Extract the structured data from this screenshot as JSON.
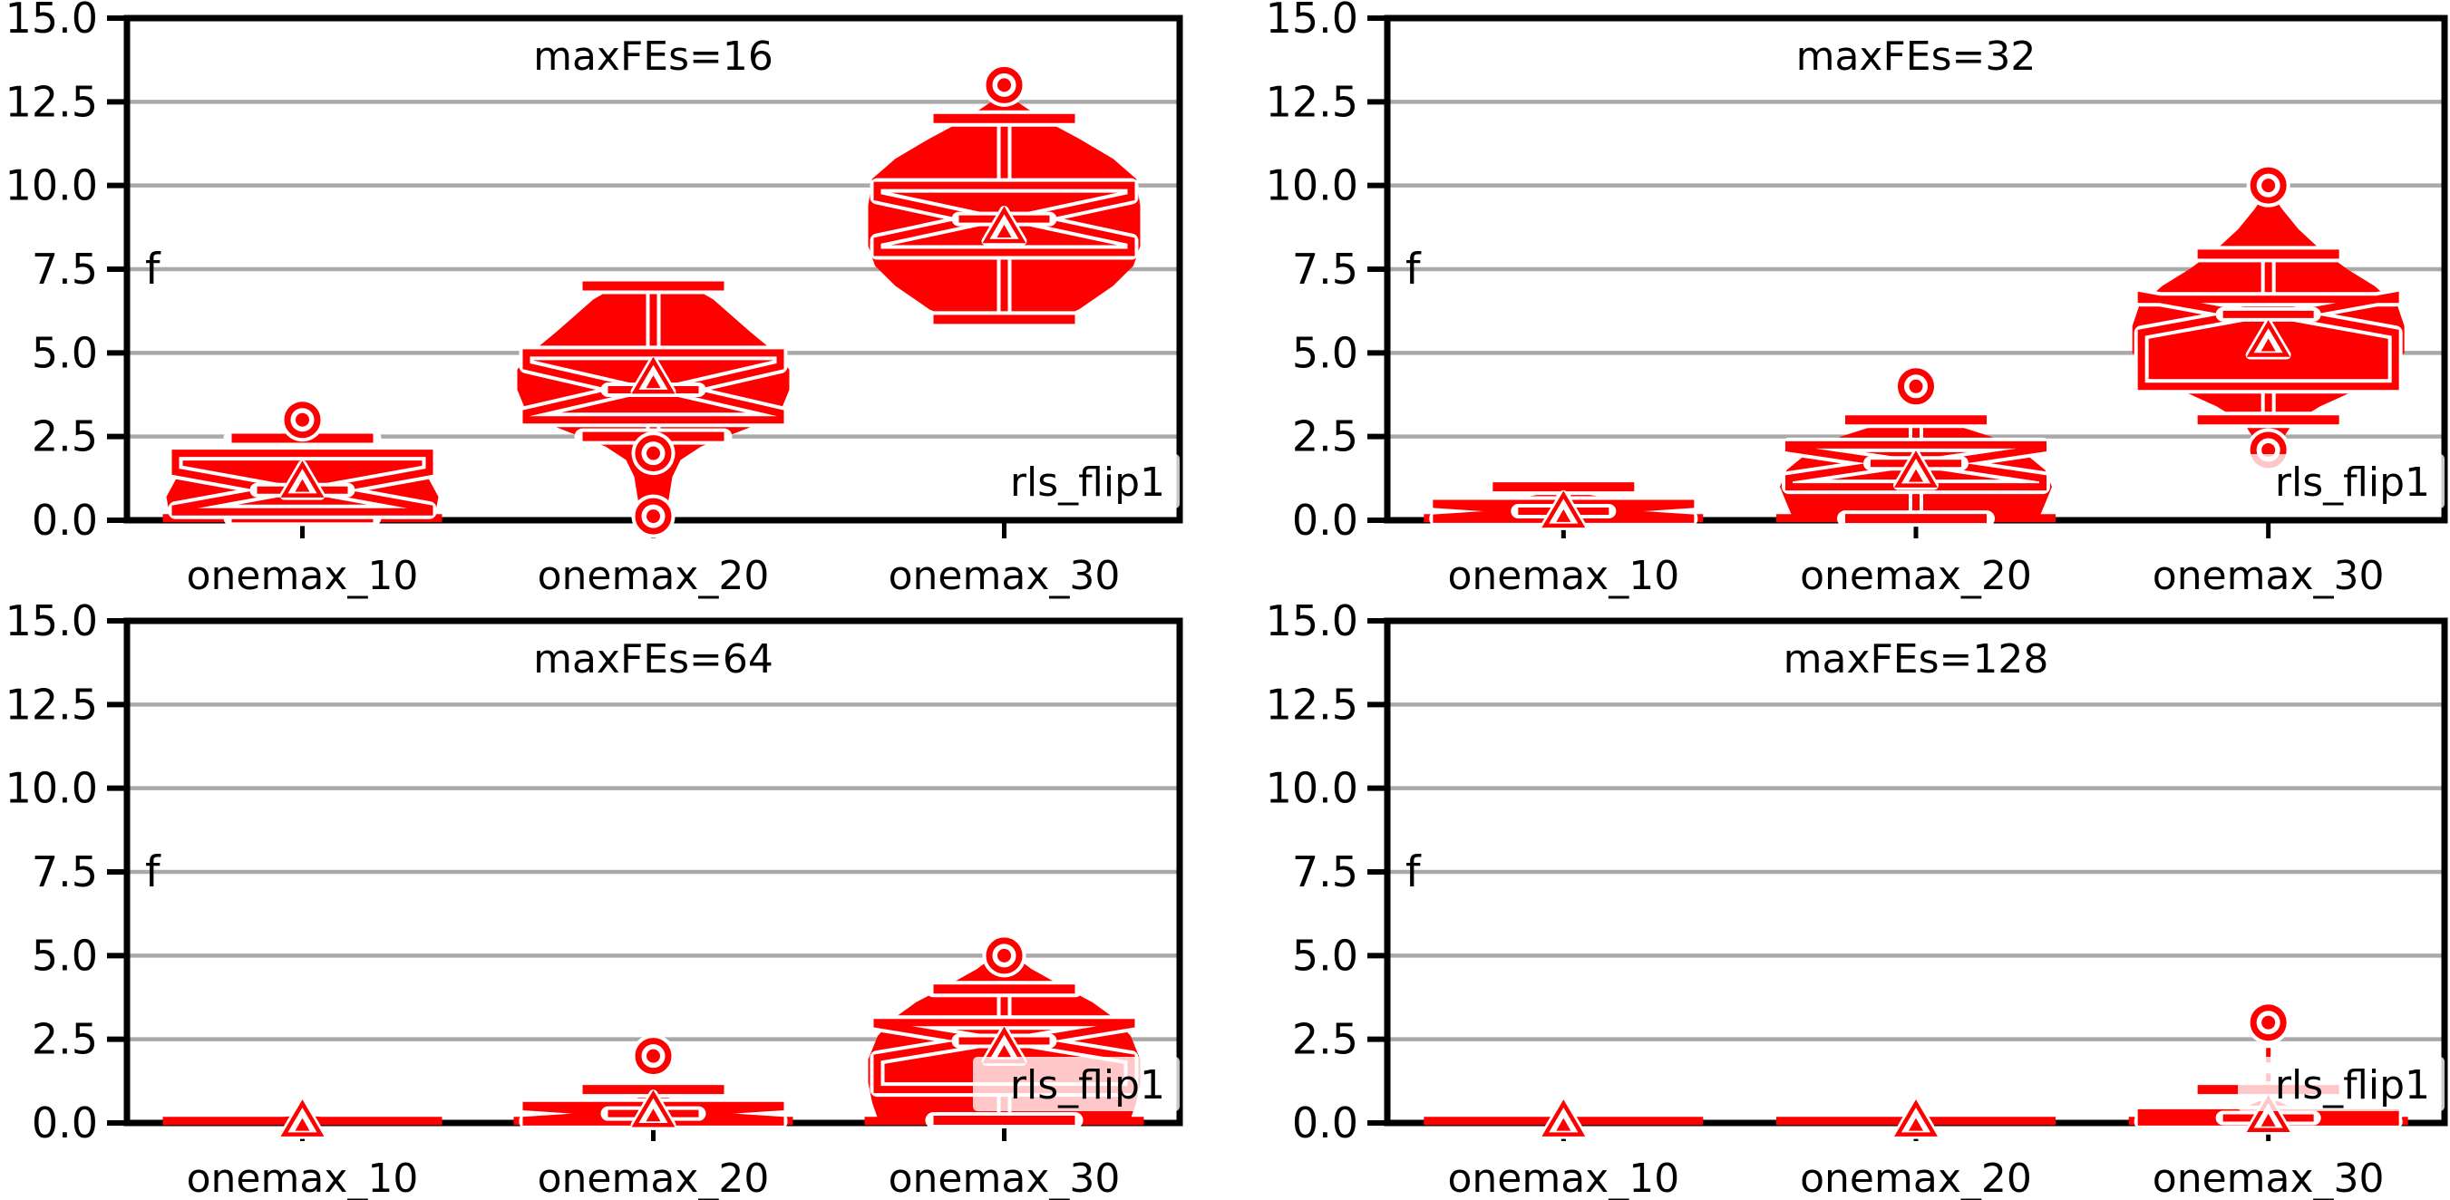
{
  "figure": {
    "ylabel": "f",
    "algorithm_label": "rls_flip1",
    "accent_color": "#ff0000",
    "grid_color": "#a9a9a9",
    "spine_color": "#000000"
  },
  "chart_data": {
    "type": "violin-box-grid",
    "ylim": [
      0,
      15
    ],
    "yticks": [
      0.0,
      2.5,
      5.0,
      7.5,
      10.0,
      12.5,
      15.0
    ],
    "grid": true,
    "ylabel": "f",
    "algorithm_label": "rls_flip1",
    "categories": [
      "onemax_10",
      "onemax_20",
      "onemax_30"
    ],
    "panels": [
      {
        "title": "maxFEs=16",
        "row": 0,
        "col": 0,
        "violins": [
          {
            "category": "onemax_10",
            "flat": true,
            "profile": [
              [
                0.02,
                0.97
              ],
              [
                0.7,
                1.0
              ],
              [
                1.3,
                0.92
              ],
              [
                1.7,
                0.75
              ],
              [
                2.0,
                0.5
              ],
              [
                2.3,
                0.3
              ],
              [
                2.55,
                0.12
              ],
              [
                2.7,
                0.05
              ]
            ],
            "box": {
              "q1": 0.25,
              "q3": 2.0,
              "median": 0.9,
              "notch": 0.55
            },
            "mean": 1.2,
            "cap_hi": 2.45,
            "cap_lo": 0.07,
            "outliers": [
              3.0
            ]
          },
          {
            "category": "onemax_20",
            "flat": false,
            "profile": [
              [
                0.3,
                0.1
              ],
              [
                0.8,
                0.12
              ],
              [
                1.3,
                0.14
              ],
              [
                1.8,
                0.2
              ],
              [
                2.2,
                0.35
              ],
              [
                2.6,
                0.6
              ],
              [
                3.0,
                0.85
              ],
              [
                3.4,
                0.95
              ],
              [
                3.9,
                1.0
              ],
              [
                4.5,
                1.0
              ],
              [
                5.0,
                0.9
              ],
              [
                5.6,
                0.72
              ],
              [
                6.1,
                0.58
              ],
              [
                6.6,
                0.44
              ],
              [
                6.92,
                0.3
              ]
            ],
            "box": {
              "q1": 3.0,
              "q3": 5.0,
              "median": 3.9,
              "notch": 0.7
            },
            "mean": 4.3,
            "cap_hi": 7.0,
            "cap_lo": 2.5,
            "outliers": [
              2.0,
              0.12
            ]
          },
          {
            "category": "onemax_30",
            "flat": false,
            "profile": [
              [
                5.9,
                0.32
              ],
              [
                6.3,
                0.55
              ],
              [
                7.0,
                0.8
              ],
              [
                7.6,
                0.95
              ],
              [
                8.2,
                1.0
              ],
              [
                9.4,
                1.0
              ],
              [
                10.2,
                0.97
              ],
              [
                10.8,
                0.8
              ],
              [
                11.4,
                0.55
              ],
              [
                11.9,
                0.32
              ],
              [
                12.35,
                0.15
              ],
              [
                12.6,
                0.06
              ]
            ],
            "box": {
              "q1": 8.0,
              "q3": 10.0,
              "median": 9.0,
              "notch": 0.65
            },
            "mean": 8.8,
            "cap_hi": 12.0,
            "cap_lo": 6.0,
            "outliers": [
              13.0
            ]
          }
        ]
      },
      {
        "title": "maxFEs=32",
        "row": 0,
        "col": 1,
        "violins": [
          {
            "category": "onemax_10",
            "flat": true,
            "profile": [
              [
                0.02,
                1.0
              ],
              [
                0.25,
                0.9
              ],
              [
                0.5,
                0.55
              ],
              [
                0.75,
                0.2
              ],
              [
                0.95,
                0.07
              ]
            ],
            "box": {
              "q1": 0.03,
              "q3": 0.5,
              "median": 0.27,
              "notch": 0.2
            },
            "mean": 0.3,
            "cap_hi": 1.0,
            "cap_lo": 0.03,
            "outliers": []
          },
          {
            "category": "onemax_20",
            "flat": true,
            "profile": [
              [
                0.02,
                0.9
              ],
              [
                0.5,
                0.95
              ],
              [
                1.0,
                1.0
              ],
              [
                1.5,
                0.95
              ],
              [
                2.0,
                0.8
              ],
              [
                2.5,
                0.55
              ],
              [
                2.8,
                0.32
              ],
              [
                3.05,
                0.12
              ]
            ],
            "box": {
              "q1": 1.0,
              "q3": 2.25,
              "median": 1.7,
              "notch": 0.45
            },
            "mean": 1.5,
            "cap_hi": 3.0,
            "cap_lo": 0.05,
            "outliers": [
              4.0
            ]
          },
          {
            "category": "onemax_30",
            "flat": false,
            "profile": [
              [
                1.95,
                0.06
              ],
              [
                2.4,
                0.1
              ],
              [
                2.9,
                0.18
              ],
              [
                3.4,
                0.38
              ],
              [
                3.9,
                0.65
              ],
              [
                4.5,
                0.88
              ],
              [
                5.0,
                1.0
              ],
              [
                5.8,
                1.0
              ],
              [
                6.4,
                0.95
              ],
              [
                7.0,
                0.78
              ],
              [
                7.5,
                0.58
              ],
              [
                8.1,
                0.38
              ],
              [
                8.7,
                0.22
              ],
              [
                9.3,
                0.1
              ],
              [
                9.6,
                0.05
              ]
            ],
            "box": {
              "q1": 4.0,
              "q3": 6.6,
              "median": 6.15,
              "notch": 0.55
            },
            "mean": 5.4,
            "cap_hi": 7.95,
            "cap_lo": 3.0,
            "outliers": [
              10.0,
              2.1
            ]
          }
        ]
      },
      {
        "title": "maxFEs=64",
        "row": 1,
        "col": 0,
        "violins": [
          {
            "category": "onemax_10",
            "flat": true,
            "profile": [
              [
                0.02,
                1.0
              ],
              [
                0.1,
                0.3
              ],
              [
                0.22,
                0.05
              ]
            ],
            "box": null,
            "mean": 0.12,
            "cap_hi": null,
            "cap_lo": null,
            "outliers": []
          },
          {
            "category": "onemax_20",
            "flat": true,
            "profile": [
              [
                0.02,
                1.0
              ],
              [
                0.3,
                0.7
              ],
              [
                0.6,
                0.18
              ],
              [
                0.9,
                0.05
              ]
            ],
            "box": {
              "q1": 0.03,
              "q3": 0.52,
              "median": 0.28,
              "notch": 0.2
            },
            "mean": 0.4,
            "cap_hi": 1.0,
            "cap_lo": 0.03,
            "outliers": [
              2.0
            ]
          },
          {
            "category": "onemax_30",
            "flat": true,
            "profile": [
              [
                0.02,
                0.92
              ],
              [
                0.6,
                0.97
              ],
              [
                1.2,
                1.0
              ],
              [
                1.9,
                1.0
              ],
              [
                2.6,
                0.93
              ],
              [
                3.1,
                0.82
              ],
              [
                3.6,
                0.65
              ],
              [
                4.1,
                0.42
              ],
              [
                4.6,
                0.2
              ],
              [
                5.0,
                0.07
              ]
            ],
            "box": {
              "q1": 1.0,
              "q3": 3.0,
              "median": 2.45,
              "notch": 0.5
            },
            "mean": 2.3,
            "cap_hi": 4.0,
            "cap_lo": 0.08,
            "outliers": [
              5.0
            ]
          }
        ]
      },
      {
        "title": "maxFEs=128",
        "row": 1,
        "col": 1,
        "violins": [
          {
            "category": "onemax_10",
            "flat": true,
            "profile": [
              [
                0.02,
                1.0
              ],
              [
                0.1,
                0.28
              ],
              [
                0.2,
                0.05
              ]
            ],
            "box": null,
            "mean": 0.12,
            "cap_hi": null,
            "cap_lo": null,
            "outliers": []
          },
          {
            "category": "onemax_20",
            "flat": true,
            "profile": [
              [
                0.02,
                1.0
              ],
              [
                0.1,
                0.28
              ],
              [
                0.2,
                0.05
              ]
            ],
            "box": null,
            "mean": 0.12,
            "cap_hi": null,
            "cap_lo": null,
            "outliers": []
          },
          {
            "category": "onemax_30",
            "flat": true,
            "profile": [
              [
                0.02,
                1.0
              ],
              [
                0.25,
                0.45
              ],
              [
                0.45,
                0.18
              ],
              [
                0.65,
                0.07
              ]
            ],
            "box": {
              "q1": 0.03,
              "q3": 0.3,
              "median": 0.15,
              "notch": 0.1
            },
            "mean": 0.25,
            "cap_hi": 1.0,
            "cap_lo": null,
            "outliers": [
              3.0
            ],
            "dash": [
              1.05,
              2.72
            ]
          }
        ]
      }
    ]
  }
}
